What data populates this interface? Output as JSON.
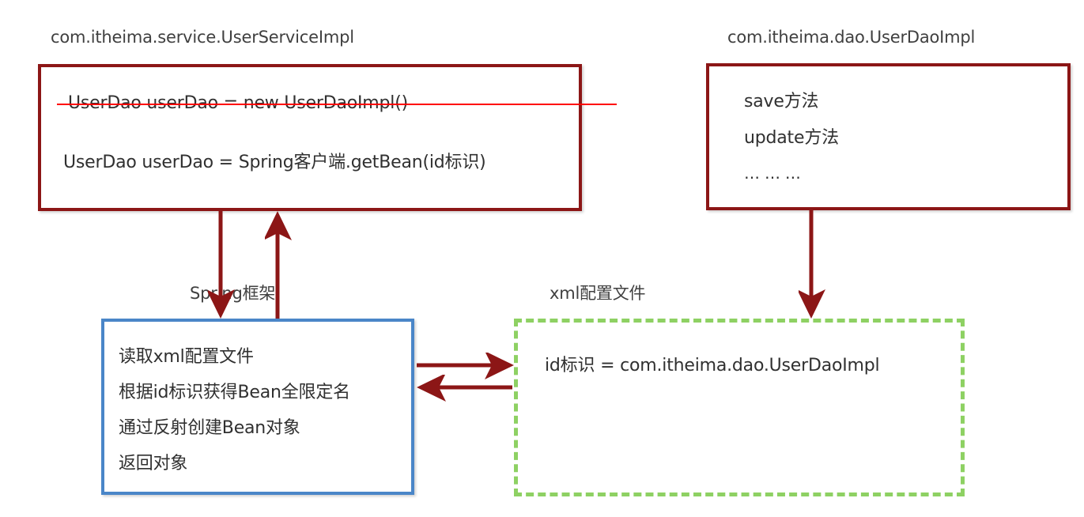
{
  "diagram": {
    "title_service": "com.itheima.service.UserServiceImpl",
    "title_dao": "com.itheima.dao.UserDaoImpl",
    "label_spring": "Spring框架",
    "label_xml": "xml配置文件",
    "service_box": {
      "line_struck": "UserDao userDao = new UserDaoImpl()",
      "line_active": "UserDao userDao = Spring客户端.getBean(id标识)"
    },
    "dao_box": {
      "lines": [
        "save方法",
        "update方法",
        "… … …"
      ]
    },
    "spring_box": {
      "lines": [
        "读取xml配置文件",
        "根据id标识获得Bean全限定名",
        "通过反射创建Bean对象",
        "返回对象"
      ]
    },
    "xml_box": {
      "line": "id标识 = com.itheima.dao.UserDaoImpl"
    },
    "colors": {
      "dark_red": "#8C1616",
      "strike_red": "#FF0000",
      "blue": "#4A86C8",
      "green": "#8ED163",
      "text": "#303030",
      "caption": "#404040",
      "background": "#FFFFFF"
    },
    "arrows": [
      {
        "name": "service-to-spring-down",
        "direction": "down"
      },
      {
        "name": "spring-to-service-up",
        "direction": "up"
      },
      {
        "name": "spring-to-xml-right",
        "direction": "right"
      },
      {
        "name": "xml-to-spring-left",
        "direction": "left"
      },
      {
        "name": "dao-to-xml-down",
        "direction": "down"
      }
    ]
  }
}
